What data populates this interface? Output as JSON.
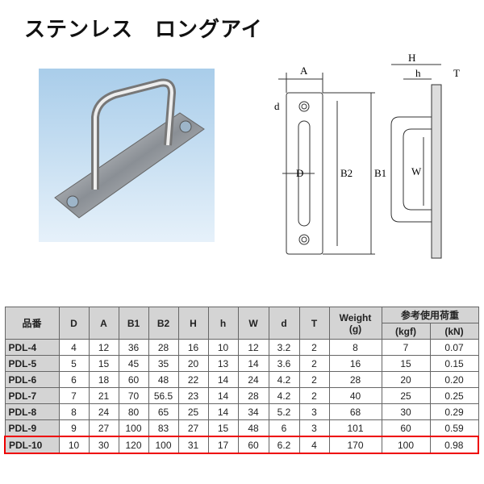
{
  "title": "ステンレス　ロングアイ",
  "diagram_labels": {
    "A": "A",
    "H": "H",
    "h": "h",
    "T": "T",
    "d": "d",
    "D": "D",
    "B2": "B2",
    "B1": "B1",
    "W": "W"
  },
  "table": {
    "headers": {
      "part": "品番",
      "D": "D",
      "A": "A",
      "B1": "B1",
      "B2": "B2",
      "H": "H",
      "h": "h",
      "W": "W",
      "d": "d",
      "T": "T",
      "weight": "Weight",
      "weight_unit": "(g)",
      "load": "参考使用荷重",
      "kgf": "(kgf)",
      "kN": "(kN)"
    },
    "rows": [
      [
        "PDL-4",
        "4",
        "12",
        "36",
        "28",
        "16",
        "10",
        "12",
        "3.2",
        "2",
        "8",
        "7",
        "0.07"
      ],
      [
        "PDL-5",
        "5",
        "15",
        "45",
        "35",
        "20",
        "13",
        "14",
        "3.6",
        "2",
        "16",
        "15",
        "0.15"
      ],
      [
        "PDL-6",
        "6",
        "18",
        "60",
        "48",
        "22",
        "14",
        "24",
        "4.2",
        "2",
        "28",
        "20",
        "0.20"
      ],
      [
        "PDL-7",
        "7",
        "21",
        "70",
        "56.5",
        "23",
        "14",
        "28",
        "4.2",
        "2",
        "40",
        "25",
        "0.25"
      ],
      [
        "PDL-8",
        "8",
        "24",
        "80",
        "65",
        "25",
        "14",
        "34",
        "5.2",
        "3",
        "68",
        "30",
        "0.29"
      ],
      [
        "PDL-9",
        "9",
        "27",
        "100",
        "83",
        "27",
        "15",
        "48",
        "6",
        "3",
        "101",
        "60",
        "0.59"
      ],
      [
        "PDL-10",
        "10",
        "30",
        "120",
        "100",
        "31",
        "17",
        "60",
        "6.2",
        "4",
        "170",
        "100",
        "0.98"
      ]
    ],
    "highlight_row": "PDL-10",
    "highlight_color": "#e00000"
  }
}
